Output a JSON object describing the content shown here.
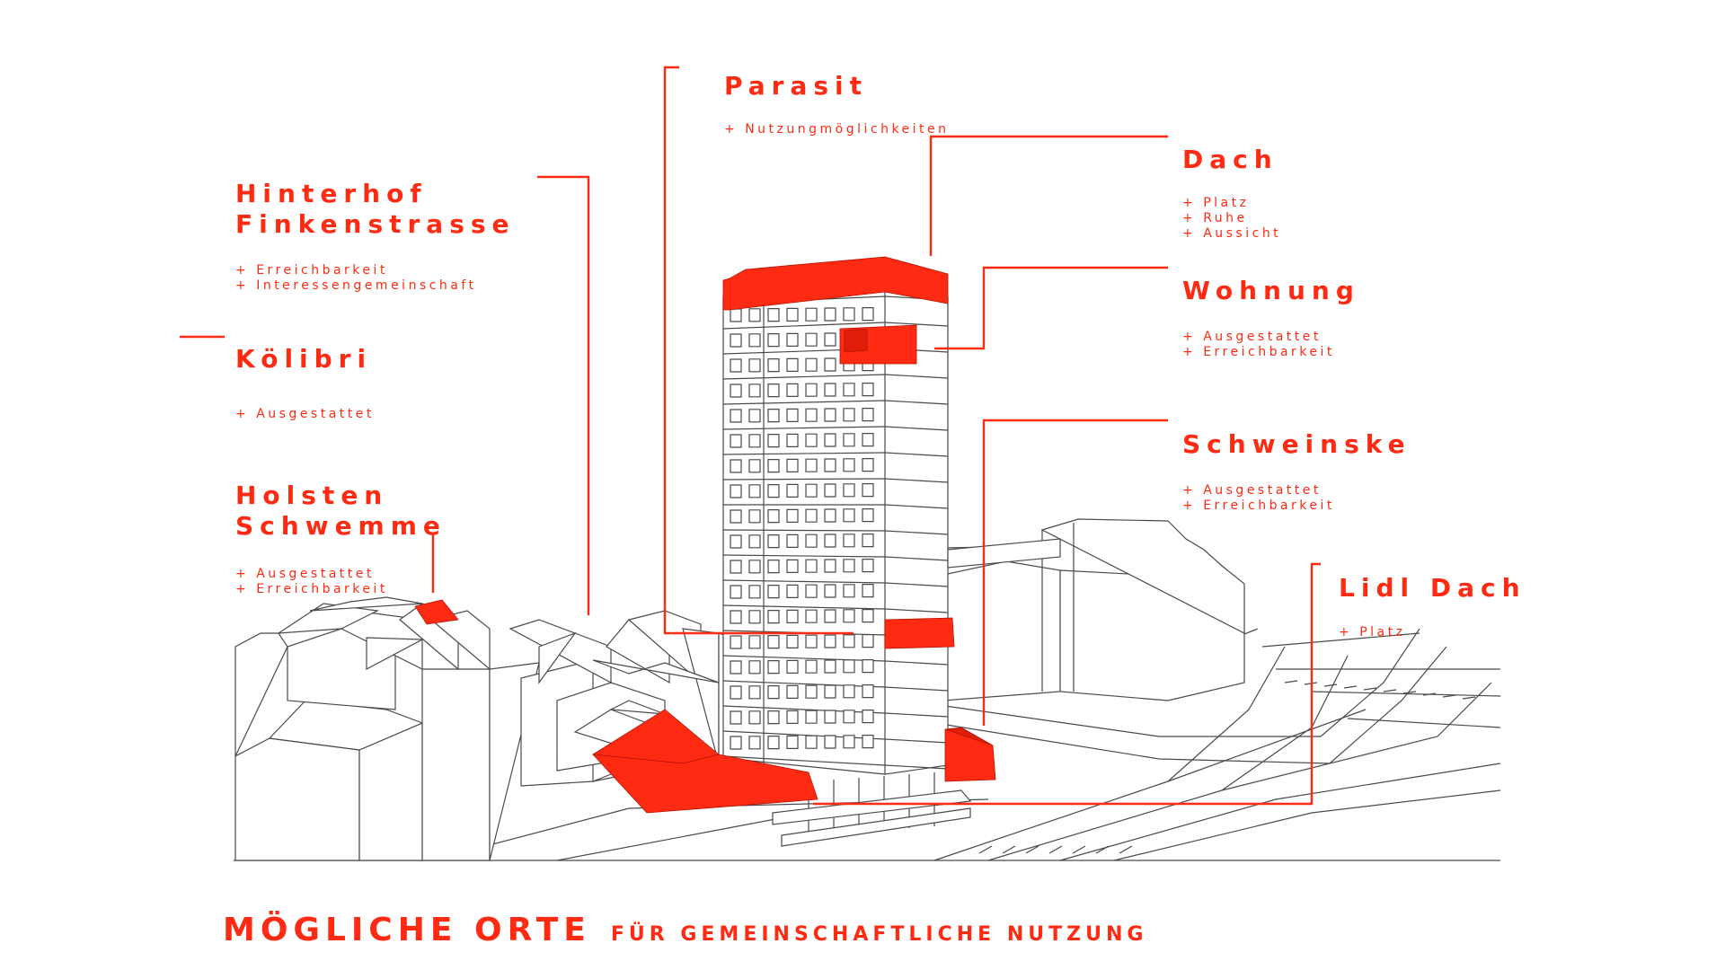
{
  "colors": {
    "accent": "#ff2a12",
    "accent_dark": "#e01d08",
    "line": "#4a4a4a"
  },
  "labels": {
    "parasit": {
      "title": [
        "Parasit"
      ],
      "items": [
        "Nutzungmöglichkeiten"
      ]
    },
    "hinterhof": {
      "title": [
        "Hinterhof",
        "Finkenstrasse"
      ],
      "items": [
        "Erreichbarkeit",
        "Interessengemeinschaft"
      ]
    },
    "kolibri": {
      "title": [
        "Kölibri"
      ],
      "items": [
        "Ausgestattet"
      ]
    },
    "holsten": {
      "title": [
        "Holsten",
        "Schwemme"
      ],
      "items": [
        "Ausgestattet",
        "Erreichbarkeit"
      ]
    },
    "dach": {
      "title": [
        "Dach"
      ],
      "items": [
        "Platz",
        "Ruhe",
        "Aussicht"
      ]
    },
    "wohnung": {
      "title": [
        "Wohnung"
      ],
      "items": [
        "Ausgestattet",
        "Erreichbarkeit"
      ]
    },
    "schweinske": {
      "title": [
        "Schweinske"
      ],
      "items": [
        "Ausgestattet",
        "Erreichbarkeit"
      ]
    },
    "lidl": {
      "title": [
        "Lidl Dach"
      ],
      "items": [
        "Platz"
      ]
    }
  },
  "footer": {
    "main": "MÖGLICHE ORTE",
    "sub": "FÜR GEMEINSCHAFTLICHE NUTZUNG"
  }
}
